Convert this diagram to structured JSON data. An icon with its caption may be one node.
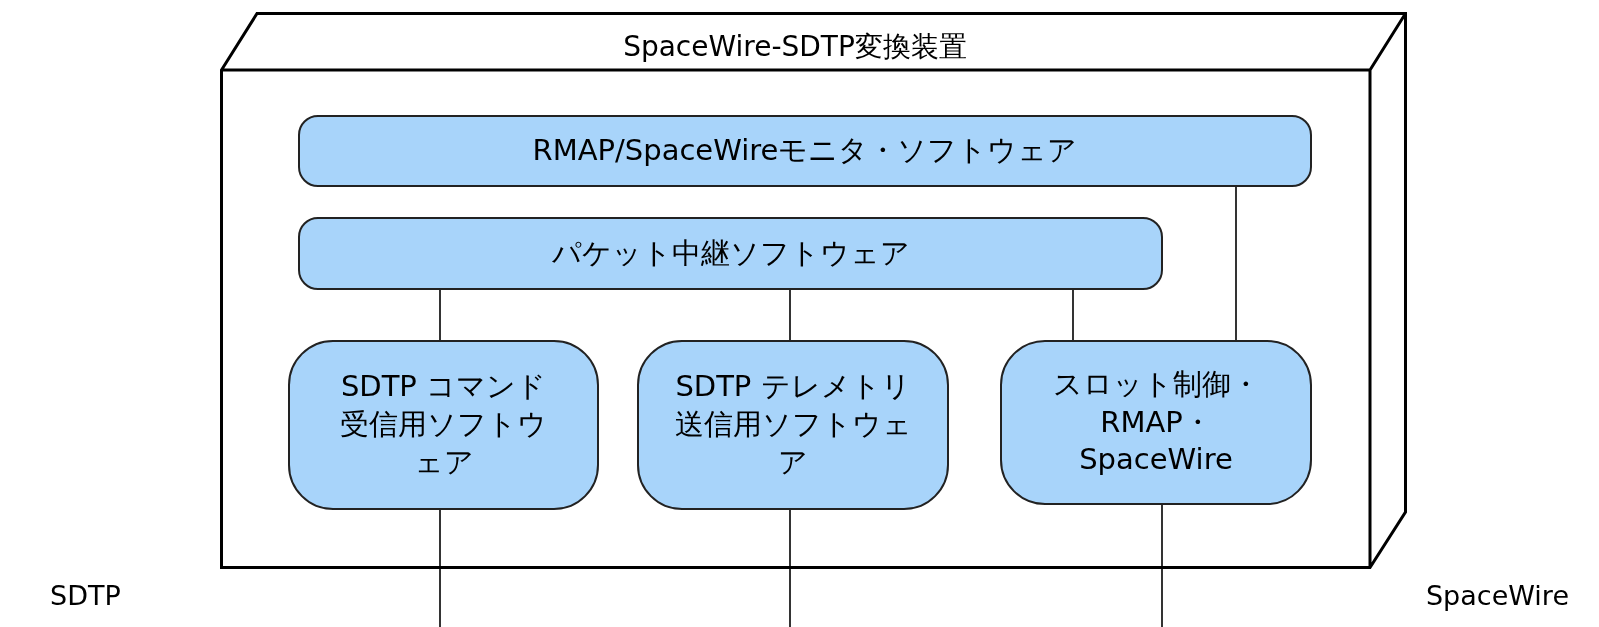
{
  "diagram": {
    "nodes": [
      {
        "text": [
          "SpaceWire-SDTP変換装置"
        ]
      },
      {
        "text": [
          "RMAP/SpaceWireモニタ・ソフトウェア"
        ],
        "in": 0
      },
      {
        "text": [
          "パケット中継ソフトウェア"
        ],
        "in": 0
      },
      {
        "text": [
          "SDTP コマンド受信用ソフトウェア"
        ],
        "in": 0
      },
      {
        "text": [
          "SDTP テレメトリ送信用ソフトウェア"
        ],
        "in": 0
      },
      {
        "text": [
          "スロット制御・ RMAP・ SpaceWire"
        ],
        "in": 0
      }
    ],
    "edges": [
      {
        "from": 2,
        "to": 3,
        "arrow": "none"
      },
      {
        "from": 2,
        "to": 4,
        "arrow": "none"
      },
      {
        "from": 2,
        "to": 5,
        "arrow": "none"
      },
      {
        "from": 1,
        "to": 5,
        "arrow": "none"
      },
      {
        "from": 3,
        "to": null,
        "arrow": "none"
      },
      {
        "from": 4,
        "to": null,
        "arrow": "none"
      },
      {
        "from": 5,
        "to": null,
        "arrow": "none"
      }
    ],
    "labels": [
      "SDTP",
      "SpaceWire"
    ]
  }
}
